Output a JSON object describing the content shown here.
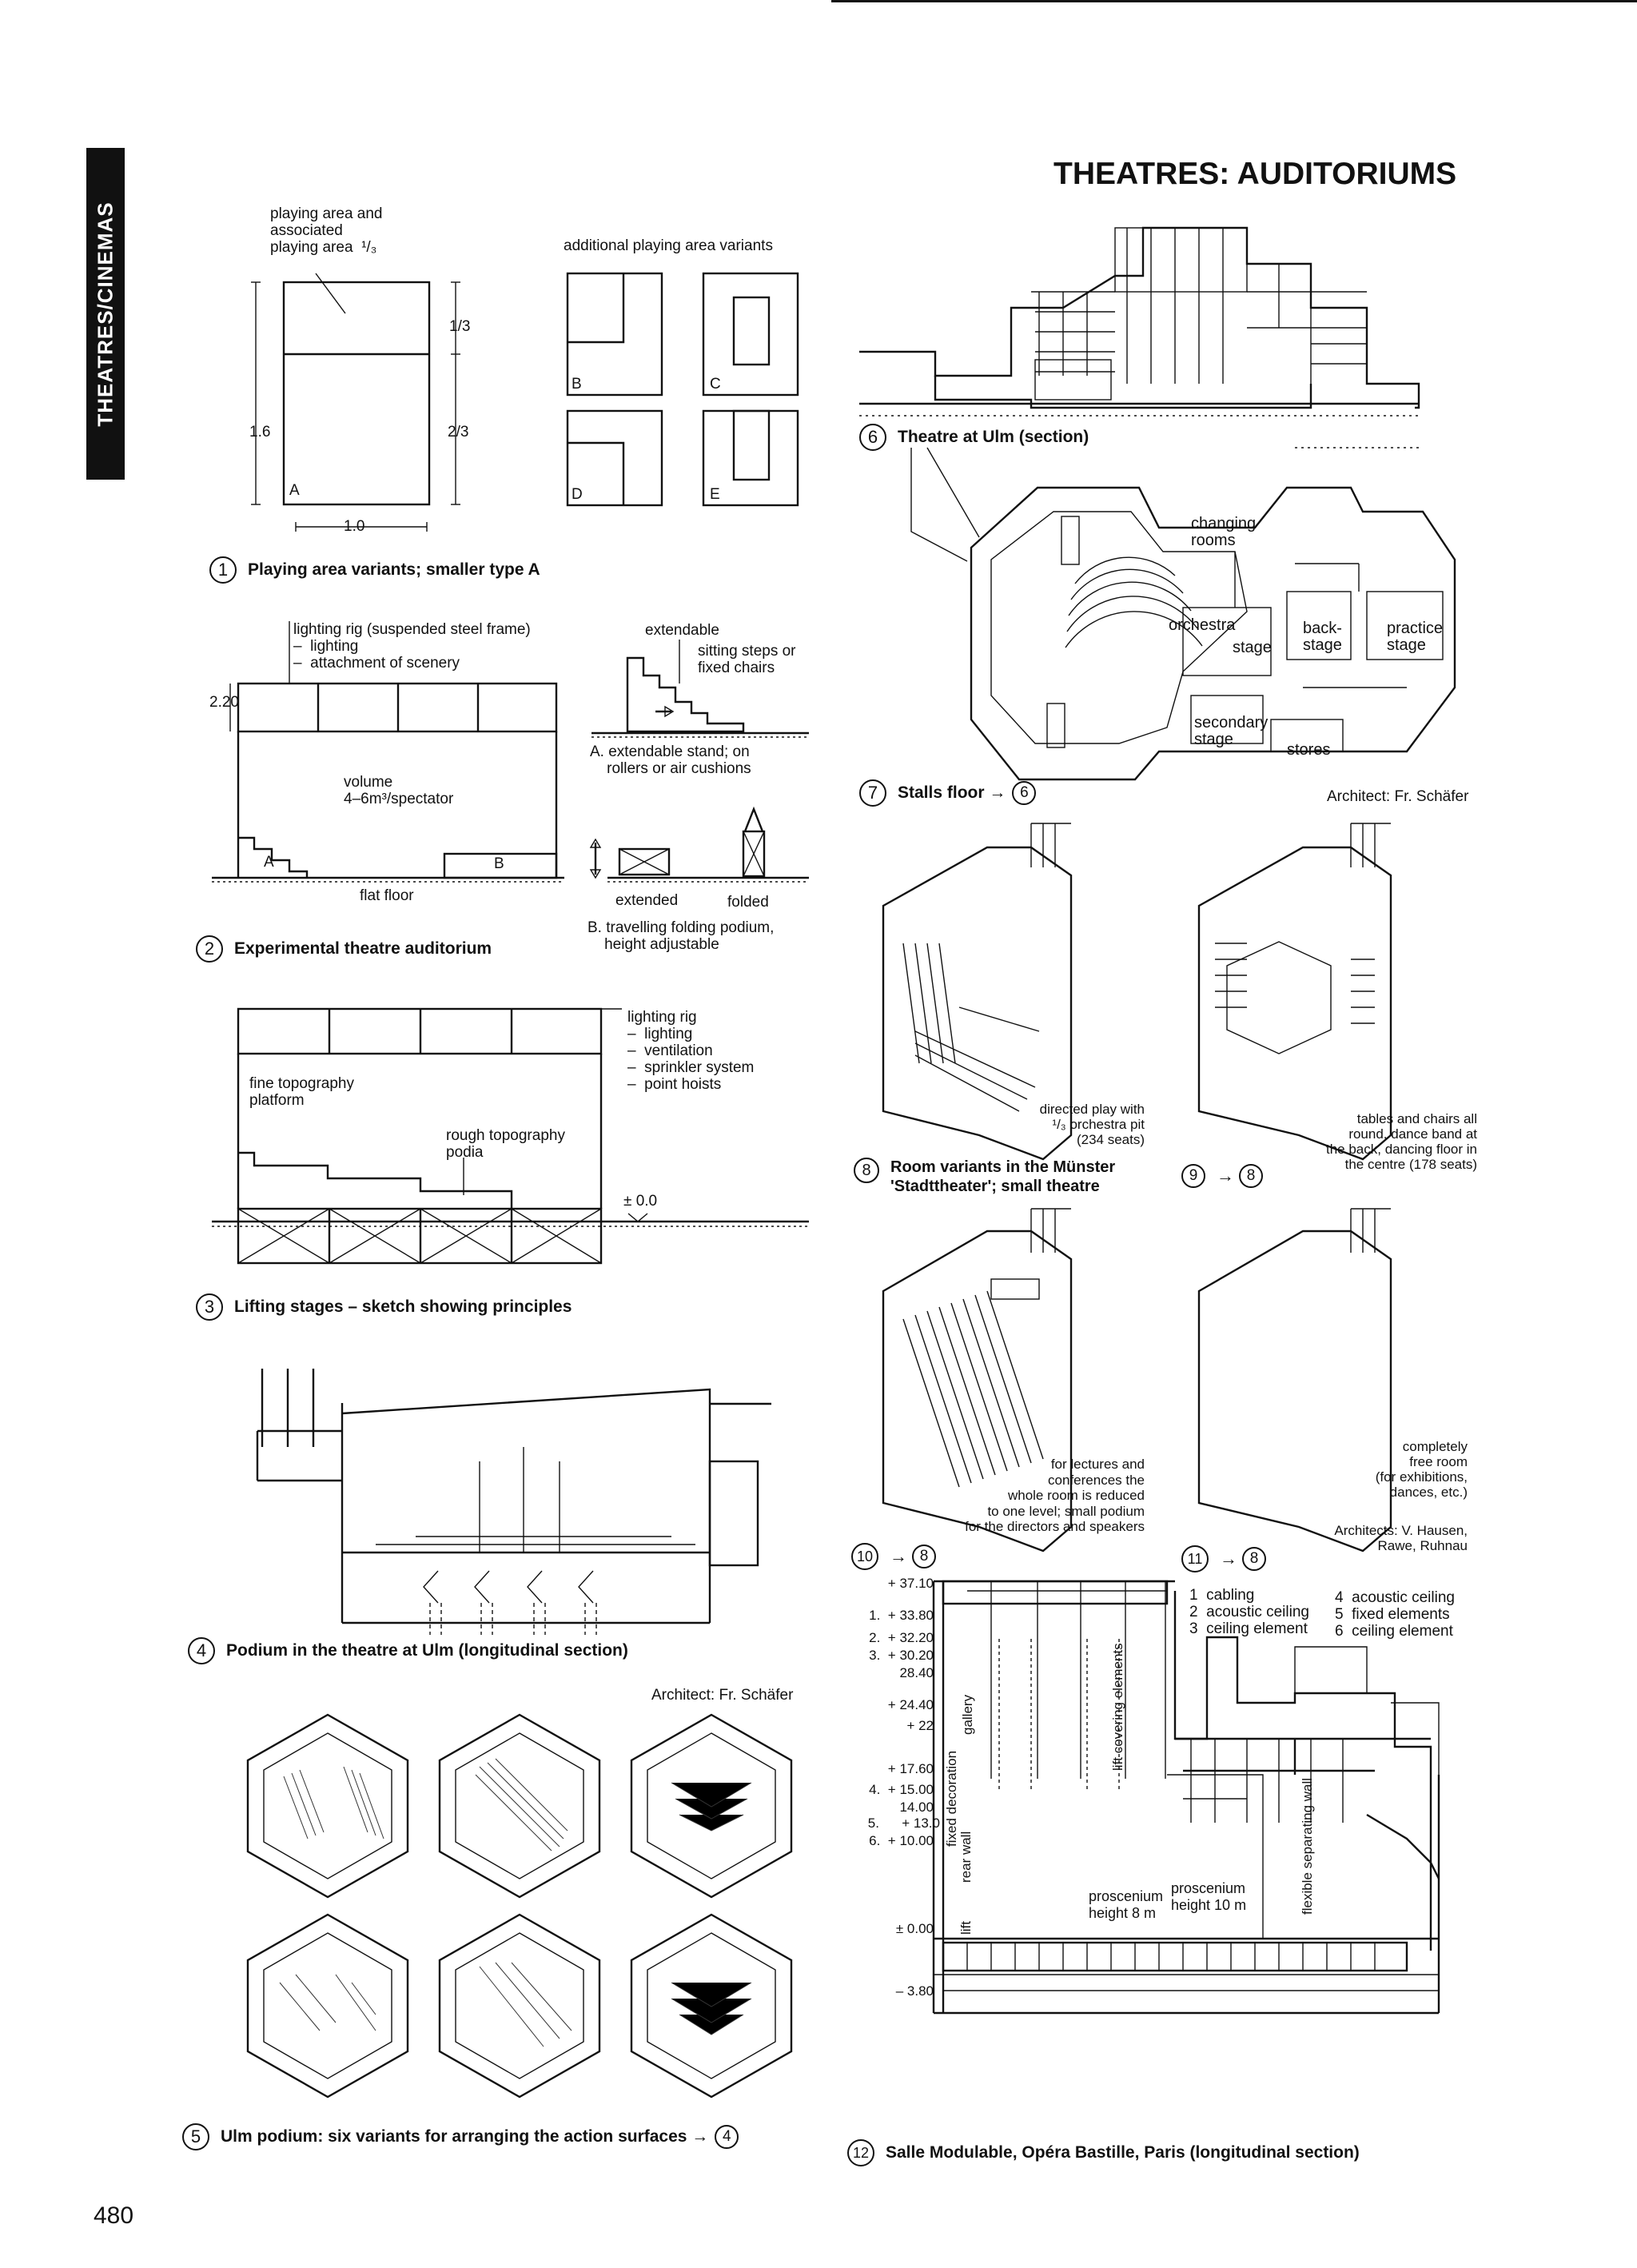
{
  "page": {
    "title": "THEATRES: AUDITORIUMS",
    "side_tab": "THEATRES/CINEMAS",
    "page_number": "480"
  },
  "fig1": {
    "label_top": "playing area and\nassociated\nplaying area  ¹/₃",
    "label_variants": "additional playing area variants",
    "dim_13": "1/3",
    "dim_23": "2/3",
    "dim_16": "1.6",
    "dim_10": "1.0",
    "letter_a": "A",
    "letter_b": "B",
    "letter_c": "C",
    "letter_d": "D",
    "letter_e": "E",
    "num": "1",
    "caption": "Playing area variants; smaller type A"
  },
  "fig2": {
    "lighting": "lighting rig (suspended steel frame)\n–  lighting\n–  attachment of scenery",
    "dim_220": "2.20",
    "volume": "volume\n4–6m³/spectator",
    "letter_a": "A",
    "letter_b": "B",
    "flat_floor": "flat floor",
    "extendable": "extendable",
    "sitting_steps": "sitting steps or\nfixed chairs",
    "stand_a": "A. extendable stand; on\n    rollers or air cushions",
    "extended": "extended",
    "folded": "folded",
    "podium_b": "B. travelling folding podium,\n    height adjustable",
    "num": "2",
    "caption": "Experimental theatre auditorium"
  },
  "fig3": {
    "lighting": "lighting rig\n–  lighting\n–  ventilation\n–  sprinkler system\n–  point hoists",
    "fine": "fine topography\nplatform",
    "rough": "rough topography\npodia",
    "zero": "± 0.0",
    "num": "3",
    "caption": "Lifting stages – sketch showing principles"
  },
  "fig4": {
    "num": "4",
    "caption": "Podium in the theatre at Ulm (longitudinal section)",
    "architect": "Architect: Fr. Schäfer"
  },
  "fig5": {
    "num": "5",
    "caption": "Ulm podium: six variants for arranging the action surfaces →",
    "ref": "4"
  },
  "fig6": {
    "num": "6",
    "caption": "Theatre at Ulm (section)"
  },
  "fig7": {
    "changing": "changing\nrooms",
    "orchestra": "orchestra",
    "stage": "stage",
    "backstage": "back-\nstage",
    "practice": "practice\nstage",
    "secondary": "secondary\nstage",
    "stores": "stores",
    "num": "7",
    "caption": "Stalls floor →",
    "ref": "6",
    "architect": "Architect: Fr. Schäfer"
  },
  "fig8": {
    "note": "directed play with\n¹/₃ orchestra pit\n(234 seats)",
    "num": "8",
    "caption": "Room variants in the Münster\n'Stadttheater'; small theatre"
  },
  "fig9": {
    "note": "tables and chairs all\nround, dance band at\nthe back, dancing floor in\nthe centre (178 seats)",
    "num": "9",
    "arrow": "→",
    "ref": "8"
  },
  "fig10": {
    "note": "for lectures and\nconferences the\nwhole room is reduced\nto one level; small podium\nfor the directors and speakers",
    "num": "10",
    "arrow": "→",
    "ref": "8"
  },
  "fig11": {
    "note": "completely\nfree room\n(for exhibitions,\ndances, etc.)",
    "architects": "Architects: V. Hausen,\nRawe, Ruhnau",
    "num": "11",
    "arrow": "→",
    "ref": "8"
  },
  "fig12": {
    "legend_left": "1  cabling\n2  acoustic ceiling\n3  ceiling element",
    "legend_right": "4  acoustic ceiling\n5  fixed elements\n6  ceiling element",
    "levels": [
      {
        "label": "+ 37.10"
      },
      {
        "label": "1.  + 33.80"
      },
      {
        "label": "2.  + 32.20"
      },
      {
        "label": "3.  + 30.20"
      },
      {
        "label": "28.40"
      },
      {
        "label": "+ 24.40"
      },
      {
        "label": "+ 22"
      },
      {
        "label": "+ 17.60"
      },
      {
        "label": "4.  + 15.00"
      },
      {
        "label": "14.00"
      },
      {
        "label": "5.      + 13.0"
      },
      {
        "label": "6.  + 10.00"
      },
      {
        "label": "± 0.00"
      },
      {
        "label": "– 3.80"
      }
    ],
    "gallery": "gallery",
    "fixed_decoration": "fixed decoration",
    "rear_wall": "rear wall",
    "lift": "lift",
    "lift_covering": "lift covering elements",
    "flexible_wall": "flexible separating wall",
    "pros8": "proscenium\nheight 8 m",
    "pros10": "proscenium\nheight 10 m",
    "num": "12",
    "caption": "Salle Modulable, Opéra Bastille, Paris (longitudinal section)"
  }
}
